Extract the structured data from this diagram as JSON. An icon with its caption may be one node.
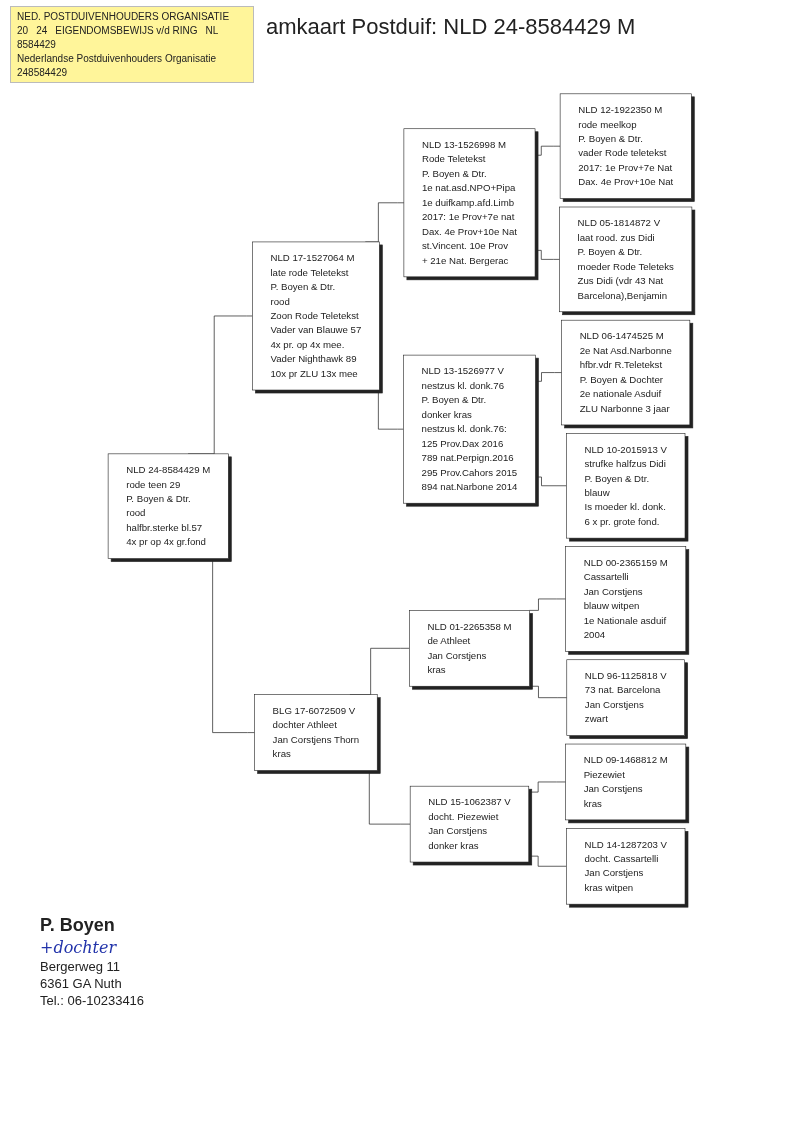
{
  "diagram": {
    "title": "amkaart Postduif: NLD 24-8584429 M",
    "nodes": [
      {
        "text": [
          "NLD 24-8584429 M",
          "rode teen 29",
          "P. Boyen & Dtr.",
          "rood",
          "halfbr.sterke bl.57",
          "4x pr op 4x gr.fond"
        ]
      },
      {
        "text": [
          "NLD 17-1527064 M",
          "late rode Teletekst",
          "P. Boyen & Dtr.",
          "rood",
          "Zoon Rode Teletekst",
          "Vader van Blauwe 57",
          "4x pr. op 4x mee.",
          "Vader Nighthawk 89",
          "10x pr ZLU 13x mee"
        ]
      },
      {
        "text": [
          "NLD 13-1526998 M",
          "Rode Teletekst",
          "P. Boyen & Dtr.",
          "1e nat.asd.NPO+Pipa",
          "1e duifkamp.afd.Limb",
          "2017: 1e Prov+7e nat",
          "Dax. 4e Prov+10e Nat",
          "st.Vincent. 10e Prov",
          "+ 21e Nat. Bergerac"
        ]
      },
      {
        "text": [
          "NLD 12-1922350 M",
          "rode meelkop",
          "P. Boyen & Dtr.",
          "vader Rode teletekst",
          "2017: 1e Prov+7e Nat",
          "Dax. 4e Prov+10e Nat"
        ]
      },
      {
        "text": [
          "NLD 05-1814872 V",
          "laat rood. zus Didi",
          "P. Boyen & Dtr.",
          "moeder Rode Teleteks",
          "Zus Didi (vdr 43 Nat",
          "Barcelona),Benjamin"
        ]
      },
      {
        "text": [
          "NLD 13-1526977 V",
          "nestzus kl. donk.76",
          "P. Boyen & Dtr.",
          "donker kras",
          "nestzus kl. donk.76:",
          "125 Prov.Dax 2016",
          "789 nat.Perpign.2016",
          "295 Prov.Cahors 2015",
          "894 nat.Narbone 2014"
        ]
      },
      {
        "text": [
          "NLD 06-1474525 M",
          "2e Nat Asd.Narbonne",
          "hfbr.vdr R.Teletekst",
          "P. Boyen & Dochter",
          "2e nationale Asduif",
          "ZLU Narbonne 3 jaar"
        ]
      },
      {
        "text": [
          "NLD 10-2015913 V",
          "strufke halfzus Didi",
          "P. Boyen & Dtr.",
          "blauw",
          "Is moeder kl. donk.",
          "6 x pr. grote fond."
        ]
      },
      {
        "text": [
          "BLG 17-6072509 V",
          "dochter Athleet",
          "Jan Corstjens Thorn",
          "kras"
        ]
      },
      {
        "text": [
          "NLD 01-2265358 M",
          "de Athleet",
          "Jan Corstjens",
          "kras"
        ]
      },
      {
        "text": [
          "NLD 00-2365159 M",
          "Cassartelli",
          "Jan Corstjens",
          "blauw witpen",
          "1e Nationale asduif",
          "2004"
        ]
      },
      {
        "text": [
          "NLD 96-1125818 V",
          "73 nat. Barcelona",
          "Jan Corstjens",
          "zwart"
        ]
      },
      {
        "text": [
          "NLD 15-1062387 V",
          "docht. Piezewiet",
          "Jan Corstjens",
          "donker kras"
        ]
      },
      {
        "text": [
          "NLD 09-1468812 M",
          "Piezewiet",
          "Jan Corstjens",
          "kras"
        ]
      },
      {
        "text": [
          "NLD 14-1287203 V",
          "docht. Cassartelli",
          "Jan Corstjens",
          "kras witpen"
        ]
      }
    ],
    "edges": [
      {
        "from": 0,
        "to": 1,
        "arrow": "none"
      },
      {
        "from": 0,
        "to": 8,
        "arrow": "none"
      },
      {
        "from": 1,
        "to": 2,
        "arrow": "none"
      },
      {
        "from": 1,
        "to": 5,
        "arrow": "none"
      },
      {
        "from": 2,
        "to": 3,
        "arrow": "none"
      },
      {
        "from": 2,
        "to": 4,
        "arrow": "none"
      },
      {
        "from": 5,
        "to": 6,
        "arrow": "none"
      },
      {
        "from": 5,
        "to": 7,
        "arrow": "none"
      },
      {
        "from": 8,
        "to": 9,
        "arrow": "none"
      },
      {
        "from": 8,
        "to": 12,
        "arrow": "none"
      },
      {
        "from": 9,
        "to": 10,
        "arrow": "none"
      },
      {
        "from": 9,
        "to": 11,
        "arrow": "none"
      },
      {
        "from": 12,
        "to": 13,
        "arrow": "none"
      },
      {
        "from": 12,
        "to": 14,
        "arrow": "none"
      }
    ],
    "labels": [
      "NED. POSTDUIVENHOUDERS ORGANISATIE",
      "20",
      "24",
      "EIGENDOMSBEWIJS v/d RING",
      "NL",
      "8584429",
      "Nederlandse Postduivenhouders Organisatie",
      "248584429",
      "P. Boyen",
      "+dochter",
      "Bergerweg 11",
      "6361 GA  Nuth",
      "Tel.: 06-10233416"
    ]
  }
}
